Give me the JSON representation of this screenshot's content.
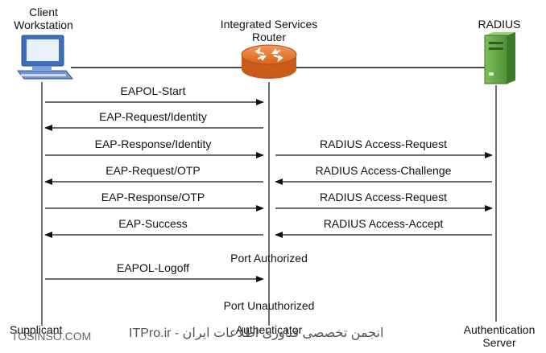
{
  "entities": {
    "client": {
      "title_line1": "Client",
      "title_line2": "Workstation",
      "role": "Supplicant",
      "icon": "computer-icon"
    },
    "router": {
      "title_line1": "Integrated Services",
      "title_line2": "Router",
      "role": "Authenticator",
      "icon": "router-icon"
    },
    "radius": {
      "title_line1": "RADIUS",
      "role_line1": "Authentication",
      "role_line2": "Server",
      "icon": "server-icon"
    }
  },
  "messages": [
    {
      "label": "EAPOL-Start",
      "direction": "right",
      "segment": "client-router"
    },
    {
      "label": "EAP-Request/Identity",
      "direction": "left",
      "segment": "client-router"
    },
    {
      "label": "EAP-Response/Identity",
      "direction": "right",
      "segment": "client-router"
    },
    {
      "label": "RADIUS Access-Request",
      "direction": "right",
      "segment": "router-radius"
    },
    {
      "label": "EAP-Request/OTP",
      "direction": "left",
      "segment": "client-router"
    },
    {
      "label": "RADIUS Access-Challenge",
      "direction": "left",
      "segment": "router-radius"
    },
    {
      "label": "EAP-Response/OTP",
      "direction": "right",
      "segment": "client-router"
    },
    {
      "label": "RADIUS Access-Request",
      "direction": "right",
      "segment": "router-radius"
    },
    {
      "label": "EAP-Success",
      "direction": "left",
      "segment": "client-router"
    },
    {
      "label": "RADIUS Access-Accept",
      "direction": "left",
      "segment": "router-radius"
    },
    {
      "label": "EAPOL-Logoff",
      "direction": "right",
      "segment": "client-router"
    }
  ],
  "port_states": {
    "authorized": "Port Authorized",
    "unauthorized": "Port Unauthorized"
  },
  "watermark": {
    "left": "TOSINSO.COM",
    "right": "ITPro.ir - انجمن تخصصی فناوری اطلاعات ایران"
  },
  "colors": {
    "router_orange": "#e8752a",
    "computer_blue": "#5b8fd6",
    "server_green": "#6aa84f"
  }
}
